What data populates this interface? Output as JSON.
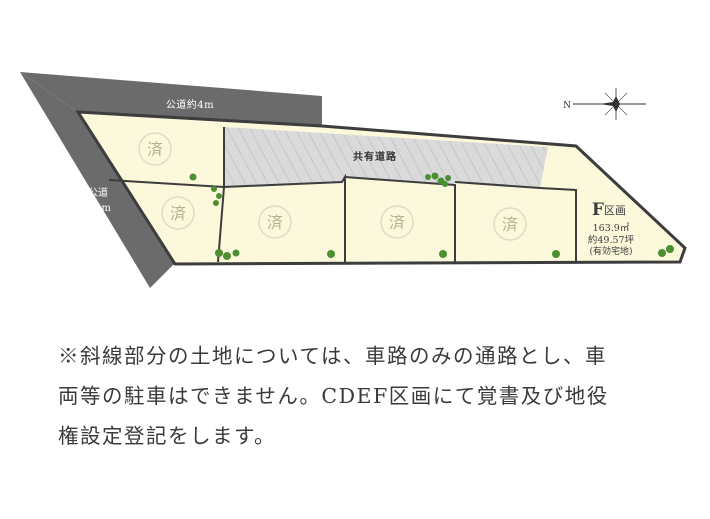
{
  "road_top_label": "公道約4m",
  "road_left_label_line1": "公道",
  "road_left_label_line2": "約4m",
  "shared_road_label": "共有道路",
  "sold_mark": "済",
  "compass_label": "N",
  "plot_f": {
    "name_letter": "F",
    "name_suffix": "区画",
    "area_sqm": "163.9㎡",
    "area_tsubo": "約49.57坪",
    "area_note": "(有効宅地)"
  },
  "note_lines": [
    "※斜線部分の土地については、車路のみの通路とし、車",
    "両等の駐車はできません。CDEF区画にて覚書及び地役",
    "権設定登記をします。"
  ],
  "colors": {
    "road": "#6b6b6b",
    "plot": "#fbf8dc",
    "shared_road": "#d9d9d9",
    "hatch": "#bcbcbc",
    "outline": "#3d3d3d",
    "tree": "#4c8f32",
    "sold_circle": "#e3dcc2",
    "sold_text": "#b8af92"
  }
}
